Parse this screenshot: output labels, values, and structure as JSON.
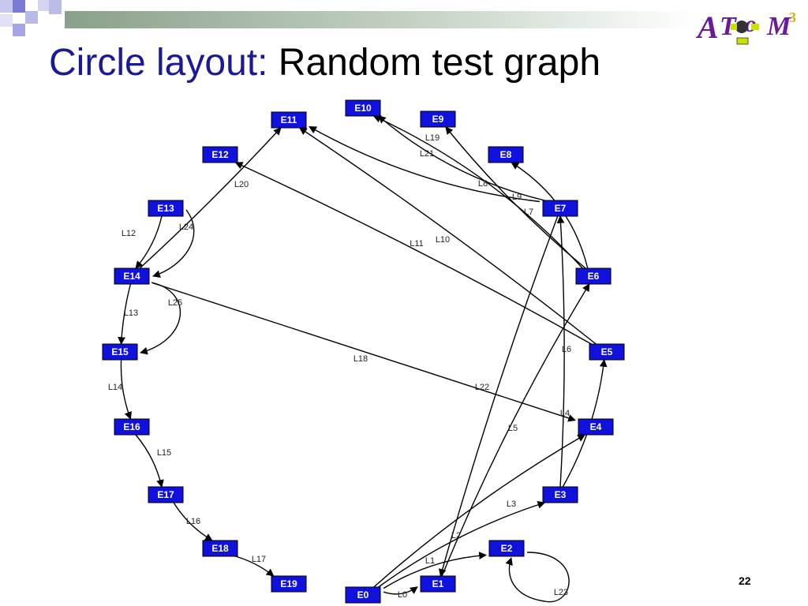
{
  "slide": {
    "title_colored": "Circle layout:",
    "title_plain": "Random test graph",
    "page_number": "22",
    "accent_color": "#1a1a99",
    "node_color": "#1111dd"
  },
  "nodes": [
    "E0",
    "E1",
    "E2",
    "E3",
    "E4",
    "E5",
    "E6",
    "E7",
    "E8",
    "E9",
    "E10",
    "E11",
    "E12",
    "E13",
    "E14",
    "E15",
    "E16",
    "E17",
    "E18",
    "E19"
  ],
  "edges": [
    {
      "id": "L0",
      "from": "E0",
      "to": "E1",
      "label": "L0"
    },
    {
      "id": "L1",
      "from": "E0",
      "to": "E2",
      "label": "L1"
    },
    {
      "id": "L2",
      "from": "E0",
      "to": "E3",
      "label": "L2"
    },
    {
      "id": "L3",
      "from": "E0",
      "to": "E4",
      "label": "L3"
    },
    {
      "id": "L4",
      "from": "E3",
      "to": "E5",
      "label": "L4"
    },
    {
      "id": "L5",
      "from": "E1",
      "to": "E6",
      "label": "L5"
    },
    {
      "id": "L6",
      "from": "E3",
      "to": "E7",
      "label": "L6"
    },
    {
      "id": "L7",
      "from": "E6",
      "to": "E8",
      "label": "L7"
    },
    {
      "id": "L8",
      "from": "E6",
      "to": "E9",
      "label": "L8"
    },
    {
      "id": "L9",
      "from": "E6",
      "to": "E10",
      "label": "L9"
    },
    {
      "id": "L10",
      "from": "E5",
      "to": "E11",
      "label": "L10"
    },
    {
      "id": "L11",
      "from": "E5",
      "to": "E12",
      "label": "L11"
    },
    {
      "id": "L12",
      "from": "E13",
      "to": "E14",
      "label": "L12"
    },
    {
      "id": "L13",
      "from": "E14",
      "to": "E15",
      "label": "L13"
    },
    {
      "id": "L14",
      "from": "E15",
      "to": "E16",
      "label": "L14"
    },
    {
      "id": "L15",
      "from": "E16",
      "to": "E17",
      "label": "L15"
    },
    {
      "id": "L16",
      "from": "E17",
      "to": "E18",
      "label": "L16"
    },
    {
      "id": "L17",
      "from": "E18",
      "to": "E19",
      "label": "L17"
    },
    {
      "id": "L18",
      "from": "E14",
      "to": "E4",
      "label": "L18"
    },
    {
      "id": "L19",
      "from": "E7",
      "to": "E10",
      "label": "L19"
    },
    {
      "id": "L20",
      "from": "E14",
      "to": "E11",
      "label": "L20"
    },
    {
      "id": "L21",
      "from": "E7",
      "to": "E11",
      "label": "L21"
    },
    {
      "id": "L22",
      "from": "E7",
      "to": "E1",
      "label": "L22"
    },
    {
      "id": "L23",
      "from": "E2",
      "to": "E2",
      "label": "L23"
    },
    {
      "id": "L24",
      "from": "E13",
      "to": "E14",
      "label": "L24"
    },
    {
      "id": "L25",
      "from": "E14",
      "to": "E15",
      "label": "L25"
    }
  ]
}
